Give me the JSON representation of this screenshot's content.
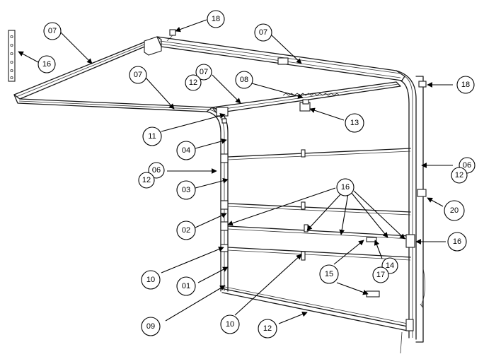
{
  "callouts": [
    {
      "id": "c01",
      "label": "07"
    },
    {
      "id": "c02",
      "label": "16"
    },
    {
      "id": "c03",
      "label": "18"
    },
    {
      "id": "c04",
      "label": "07"
    },
    {
      "id": "c05",
      "label": "07"
    },
    {
      "id": "c06",
      "label": "07"
    },
    {
      "id": "c07",
      "label": "12"
    },
    {
      "id": "c08",
      "label": "08"
    },
    {
      "id": "c09",
      "label": "18"
    },
    {
      "id": "c10",
      "label": "13"
    },
    {
      "id": "c11",
      "label": "11"
    },
    {
      "id": "c12",
      "label": "04"
    },
    {
      "id": "c13",
      "label": "06"
    },
    {
      "id": "c14",
      "label": "12"
    },
    {
      "id": "c15",
      "label": "03"
    },
    {
      "id": "c16",
      "label": "06"
    },
    {
      "id": "c17",
      "label": "12"
    },
    {
      "id": "c18",
      "label": "16"
    },
    {
      "id": "c19",
      "label": "20"
    },
    {
      "id": "c20",
      "label": "02"
    },
    {
      "id": "c21",
      "label": "16"
    },
    {
      "id": "c22",
      "label": "10"
    },
    {
      "id": "c23",
      "label": "14"
    },
    {
      "id": "c24",
      "label": "17"
    },
    {
      "id": "c25",
      "label": "15"
    },
    {
      "id": "c26",
      "label": "01"
    },
    {
      "id": "c27",
      "label": "09"
    },
    {
      "id": "c28",
      "label": "10"
    },
    {
      "id": "c29",
      "label": "12"
    }
  ]
}
